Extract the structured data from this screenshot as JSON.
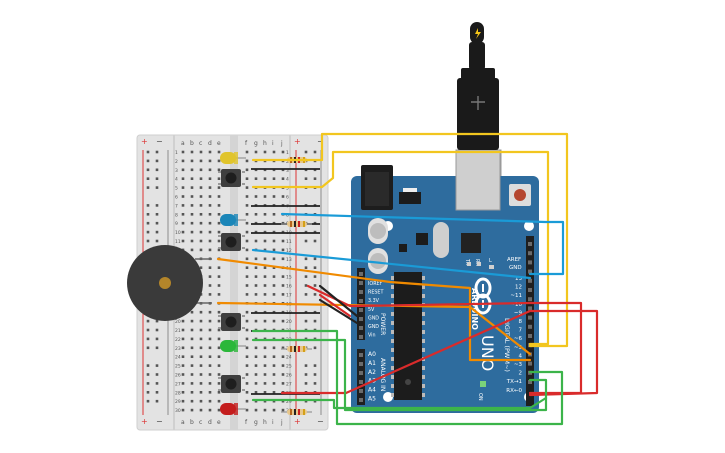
{
  "breadboard": {
    "columns_left": [
      "a",
      "b",
      "c",
      "d",
      "e"
    ],
    "columns_right": [
      "f",
      "g",
      "h",
      "i",
      "j"
    ],
    "rail_plus": "+",
    "rail_minus": "−",
    "row_count": 30
  },
  "arduino": {
    "brand": "ARDUINO",
    "model": "UNO",
    "aref": "AREF",
    "gnd": "GND",
    "digital_pins": [
      "13",
      "12",
      "~11",
      "~10",
      "~9",
      "8",
      "7",
      "~6",
      "~5",
      "4",
      "~3",
      "2",
      "TX→1",
      "RX←0"
    ],
    "digital_label": "DIGITAL (PWM~)",
    "power_pins": [
      "IOREF",
      "RESET",
      "3.3V",
      "5V",
      "GND",
      "GND",
      "Vin"
    ],
    "power_label": "POWER",
    "analog_pins": [
      "A0",
      "A1",
      "A2",
      "A3",
      "A4",
      "A5"
    ],
    "analog_label": "ANALOG IN",
    "tx": "TX",
    "rx": "RX",
    "l": "L",
    "on": "ON"
  },
  "colors": {
    "wire_yellow": "#f2c61f",
    "wire_blue": "#1a9bd7",
    "wire_orange": "#f08a00",
    "wire_red": "#d92b2b",
    "wire_green": "#3cb44a",
    "wire_black": "#222222",
    "board": "#2e6c9e",
    "breadboard": "#e2e2e2"
  }
}
